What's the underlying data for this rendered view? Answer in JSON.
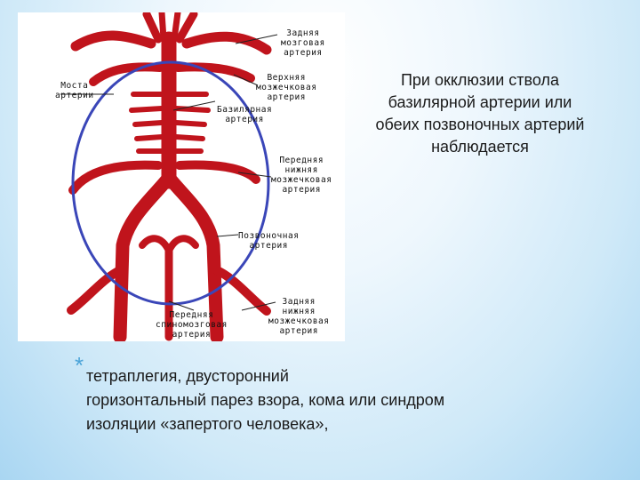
{
  "diagram": {
    "labels": {
      "posterior_cerebral": "Задняя\nмозговая\nартерия",
      "superior_cerebellar": "Верхняя\nмозжечковая\nартерия",
      "pontine": "Моста\nартерии",
      "basilar": "Базилярная\nартерия",
      "anterior_inferior_cerebellar": "Передняя\nнижняя\nмозжечковая\nартерия",
      "vertebral": "Позвоночная\nартерия",
      "posterior_inferior_cerebellar": "Задняя\nнижняя\nмозжечковая\nартерия",
      "anterior_spinal": "Передняя\nспиномозговая\nартерия"
    },
    "colors": {
      "artery": "#c0141c",
      "ellipse": "#3a46b8",
      "leader": "#222222"
    }
  },
  "caption": "При окклюзии ствола\nбазилярной артерии или\nобеих позвоночных артерий\nнаблюдается",
  "bullet": {
    "marker": "*",
    "text": "тетраплегия, двусторонний\nгоризонтальный парез взора, кома или синдром\nизоляции «запертого человека»,"
  }
}
